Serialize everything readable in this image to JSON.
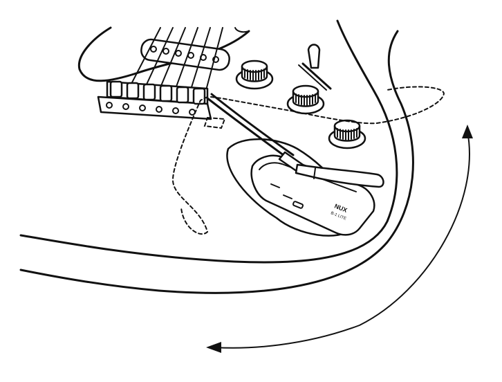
{
  "device": {
    "brand": "NUX",
    "model": "B-1 LITE"
  },
  "colors": {
    "ink": "#111111",
    "background": "#ffffff"
  },
  "icons": [
    "guitar-body",
    "pickup",
    "bridge",
    "volume-knob",
    "tone-knob",
    "pickup-selector-switch",
    "wireless-transmitter",
    "rotation-arrow"
  ]
}
